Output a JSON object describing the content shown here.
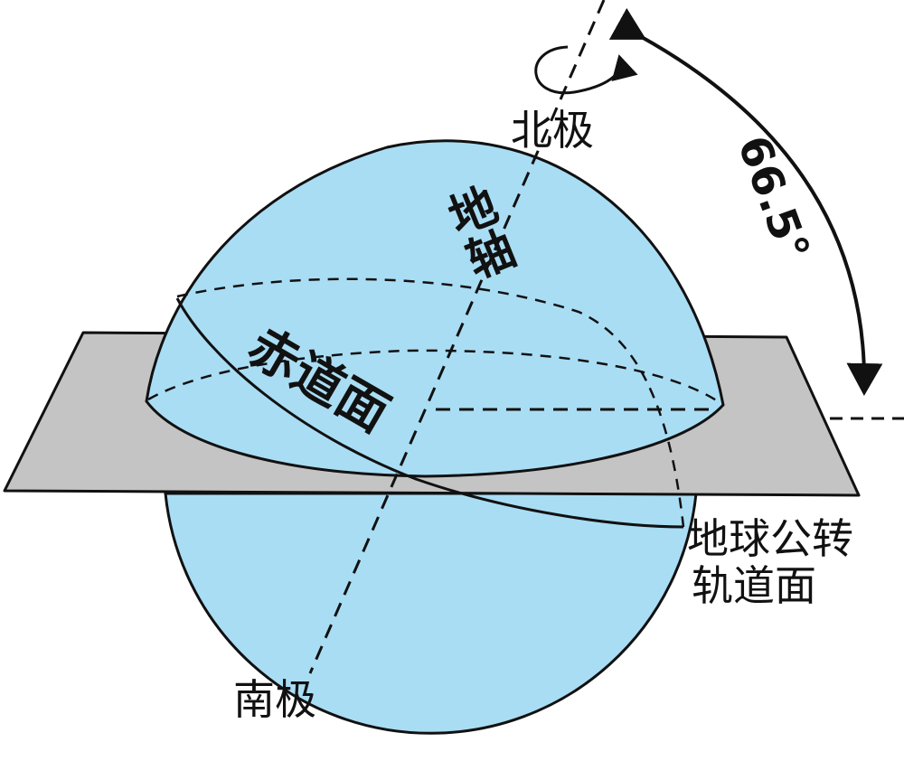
{
  "labels": {
    "north_pole": "北极",
    "south_pole": "南极",
    "earth_axis": "地轴",
    "equator_plane": "赤道面",
    "orbit_plane_line1": "地球公转",
    "orbit_plane_line2": "轨道面",
    "tilt_angle": "66.5°"
  },
  "colors": {
    "sphere": "#a9ddf4",
    "plane": "#c4c4c4",
    "outline": "#111111"
  }
}
